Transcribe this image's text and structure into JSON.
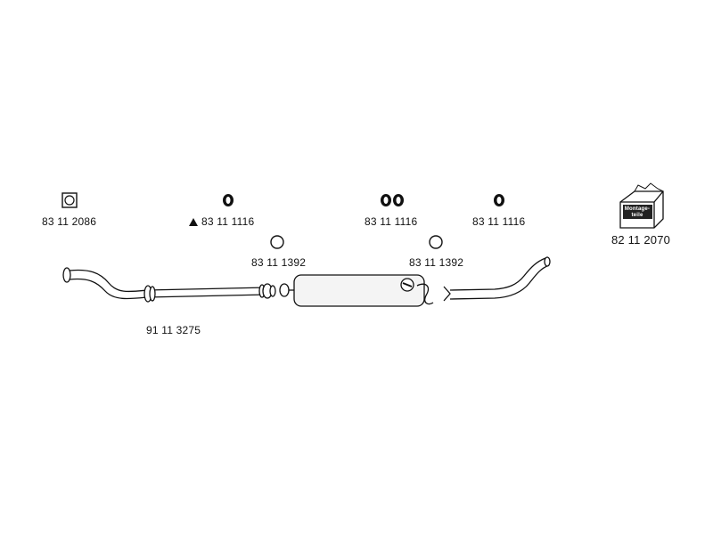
{
  "parts": {
    "clamp_square": "83 11 2086",
    "rubber_mount_left": "83 11 1116",
    "rubber_mount_pair": "83 11 1116",
    "rubber_mount_right": "83 11 1116",
    "mounting_kit": "82 11 2070",
    "mounting_kit_box_text": "Montage-\nteile",
    "gasket_left": "83 11 1392",
    "gasket_right": "83 11 1392",
    "front_pipe": "91 11 3275"
  },
  "colors": {
    "line": "#111111",
    "fill": "#ffffff",
    "muffler_fill": "#f4f4f4"
  }
}
